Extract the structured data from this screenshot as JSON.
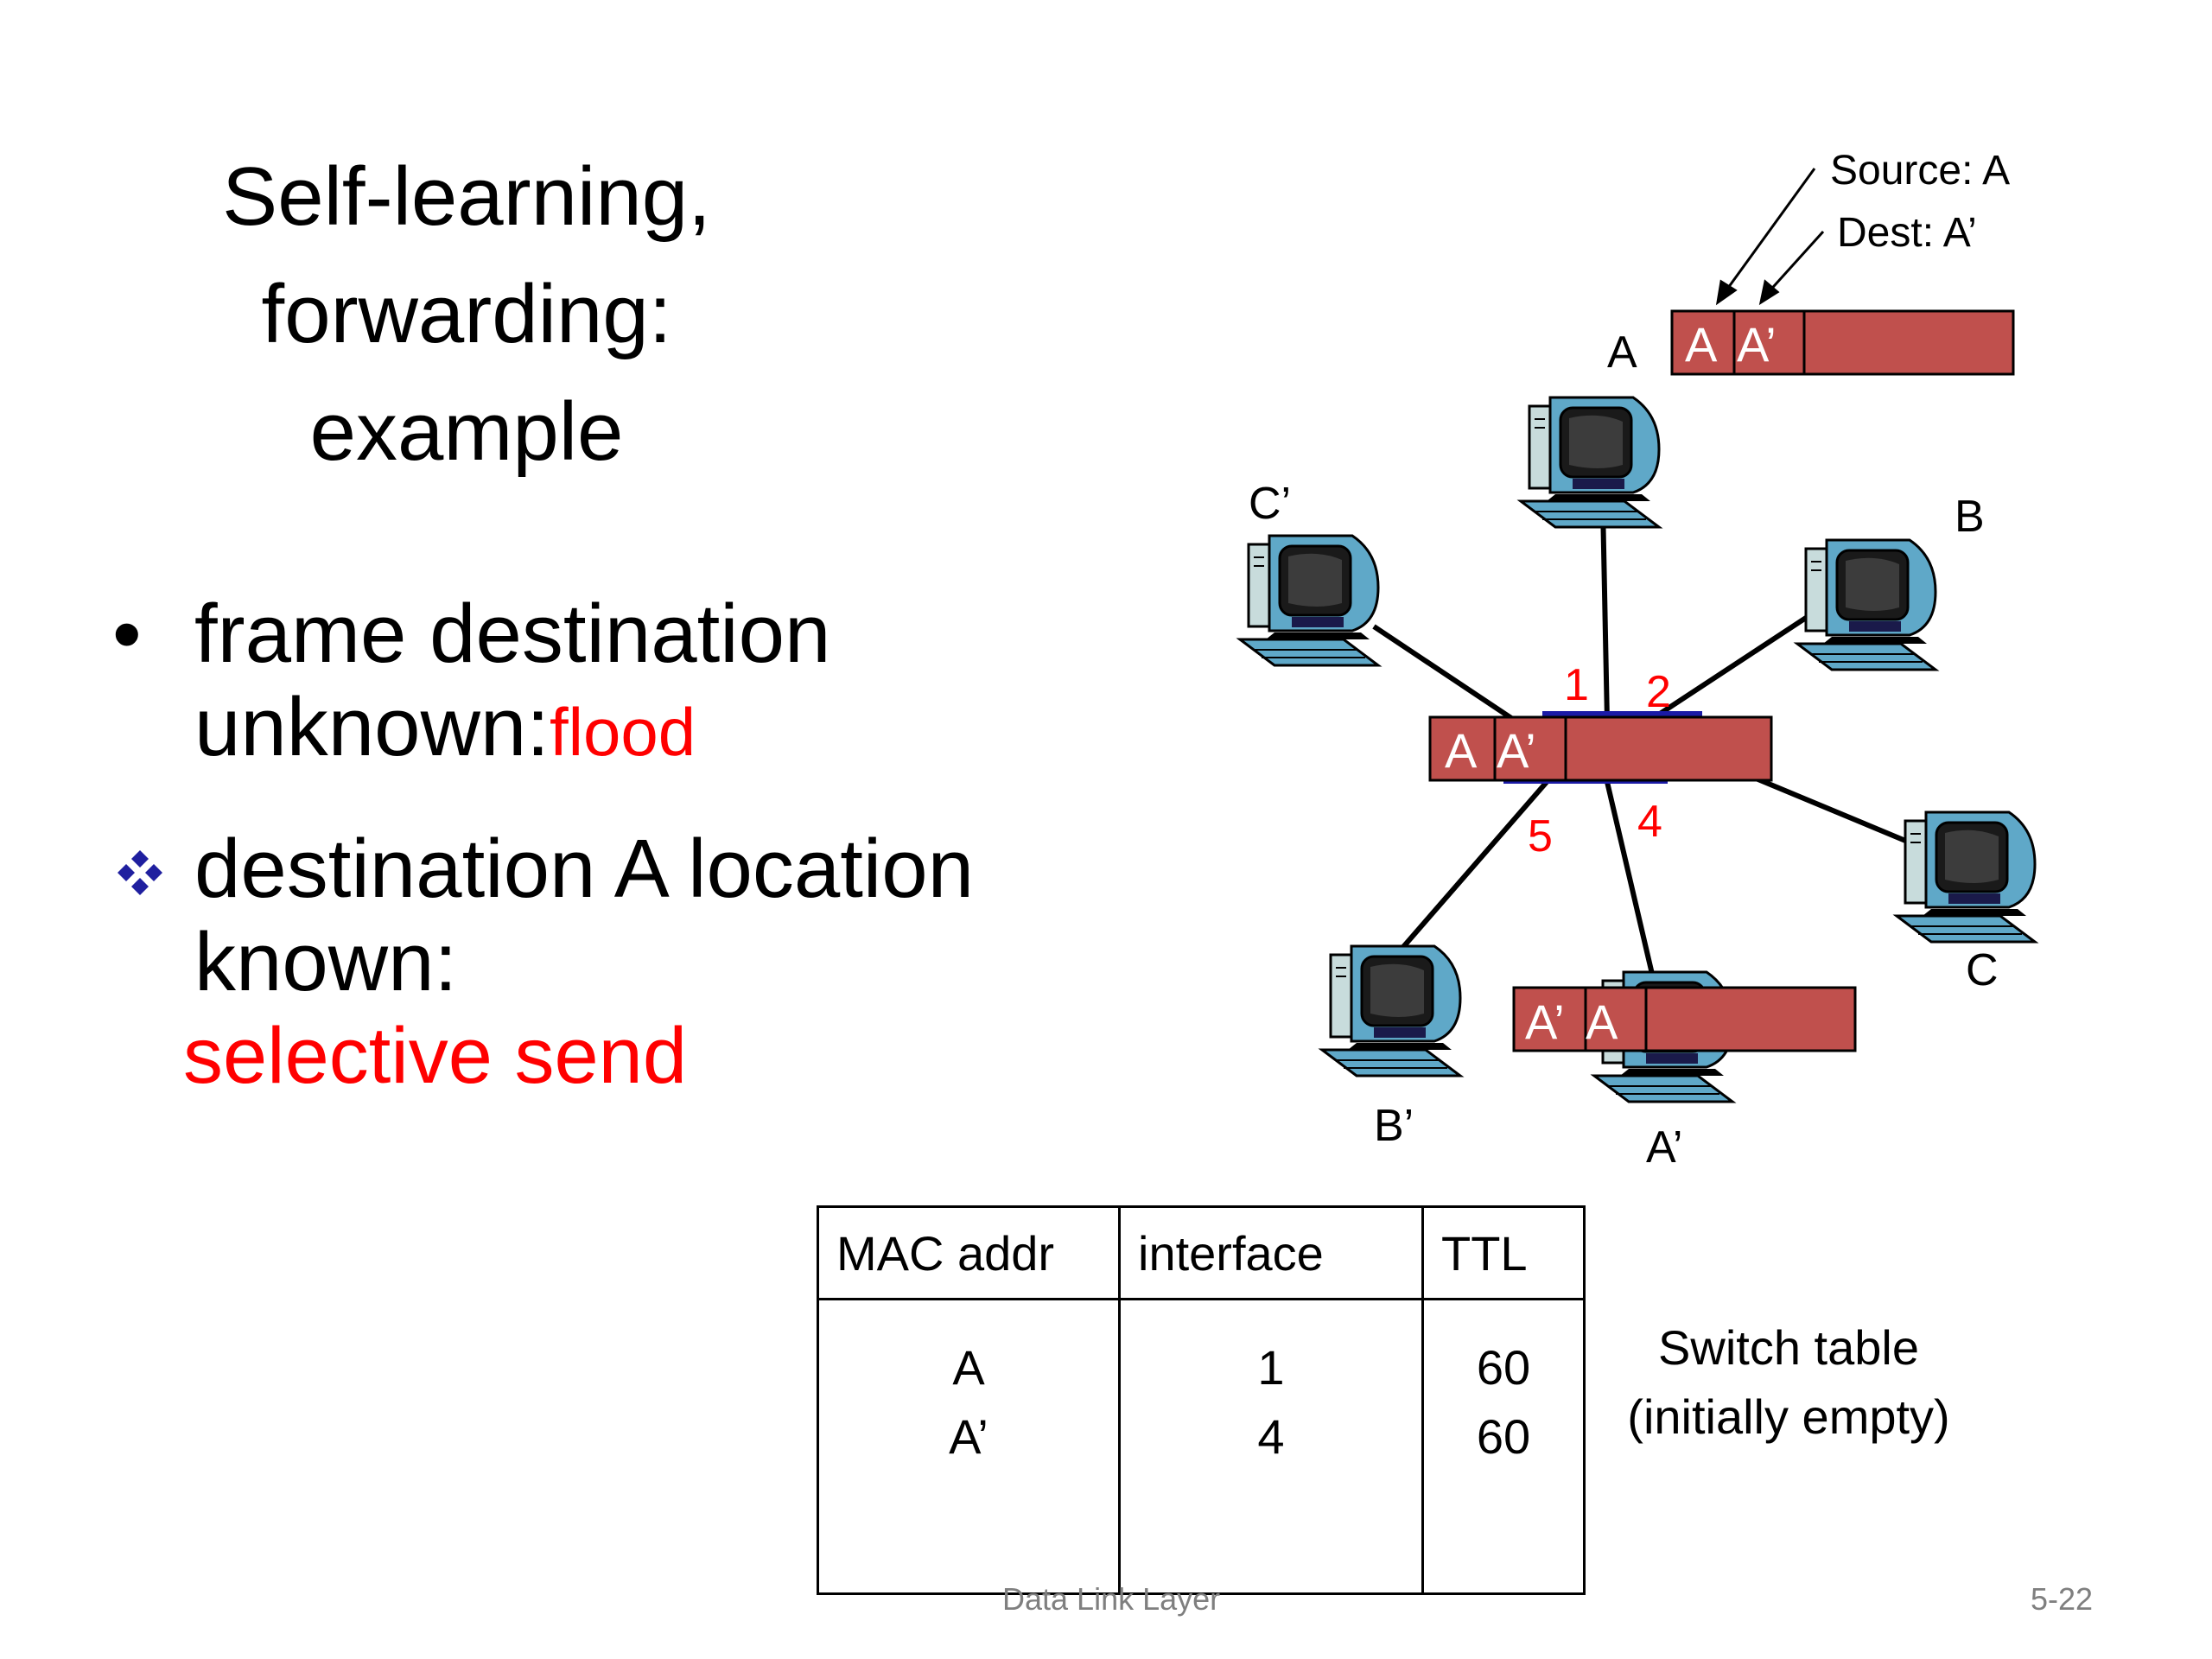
{
  "title": {
    "line1": "Self-learning,",
    "line2": "forwarding:",
    "line3": "example"
  },
  "bullets": [
    {
      "marker": "dot",
      "text": "frame destination",
      "text2": "unknown:",
      "highlight": "flood"
    },
    {
      "marker": "diamond",
      "text": "destination A location",
      "text2": "known:",
      "highlight": "selective send"
    }
  ],
  "diagram": {
    "hosts": [
      "A",
      "B",
      "C",
      "A’",
      "B’",
      "C’"
    ],
    "ports": [
      "1",
      "2",
      "4",
      "5"
    ],
    "frames": [
      {
        "source": "A",
        "dest": "A’"
      },
      {
        "source": "A",
        "dest": "A’"
      },
      {
        "source": "A’",
        "dest": "A"
      }
    ],
    "annotations": {
      "source": "Source: A",
      "dest": "Dest: A’"
    }
  },
  "switch_table": {
    "headers": [
      "MAC addr",
      "interface",
      "TTL"
    ],
    "rows": [
      {
        "mac": "A",
        "interface": "1",
        "ttl": "60"
      },
      {
        "mac": "A’",
        "interface": "4",
        "ttl": "60"
      }
    ],
    "caption_line1": "Switch table",
    "caption_line2": "(initially empty)"
  },
  "footer": {
    "left": "Data Link Layer",
    "right": "5-22"
  },
  "colors": {
    "frame_fill": "#c0504d",
    "accent_red": "#ff0000",
    "diamond": "#1f1f9f",
    "switch": "#1a1aa6"
  }
}
